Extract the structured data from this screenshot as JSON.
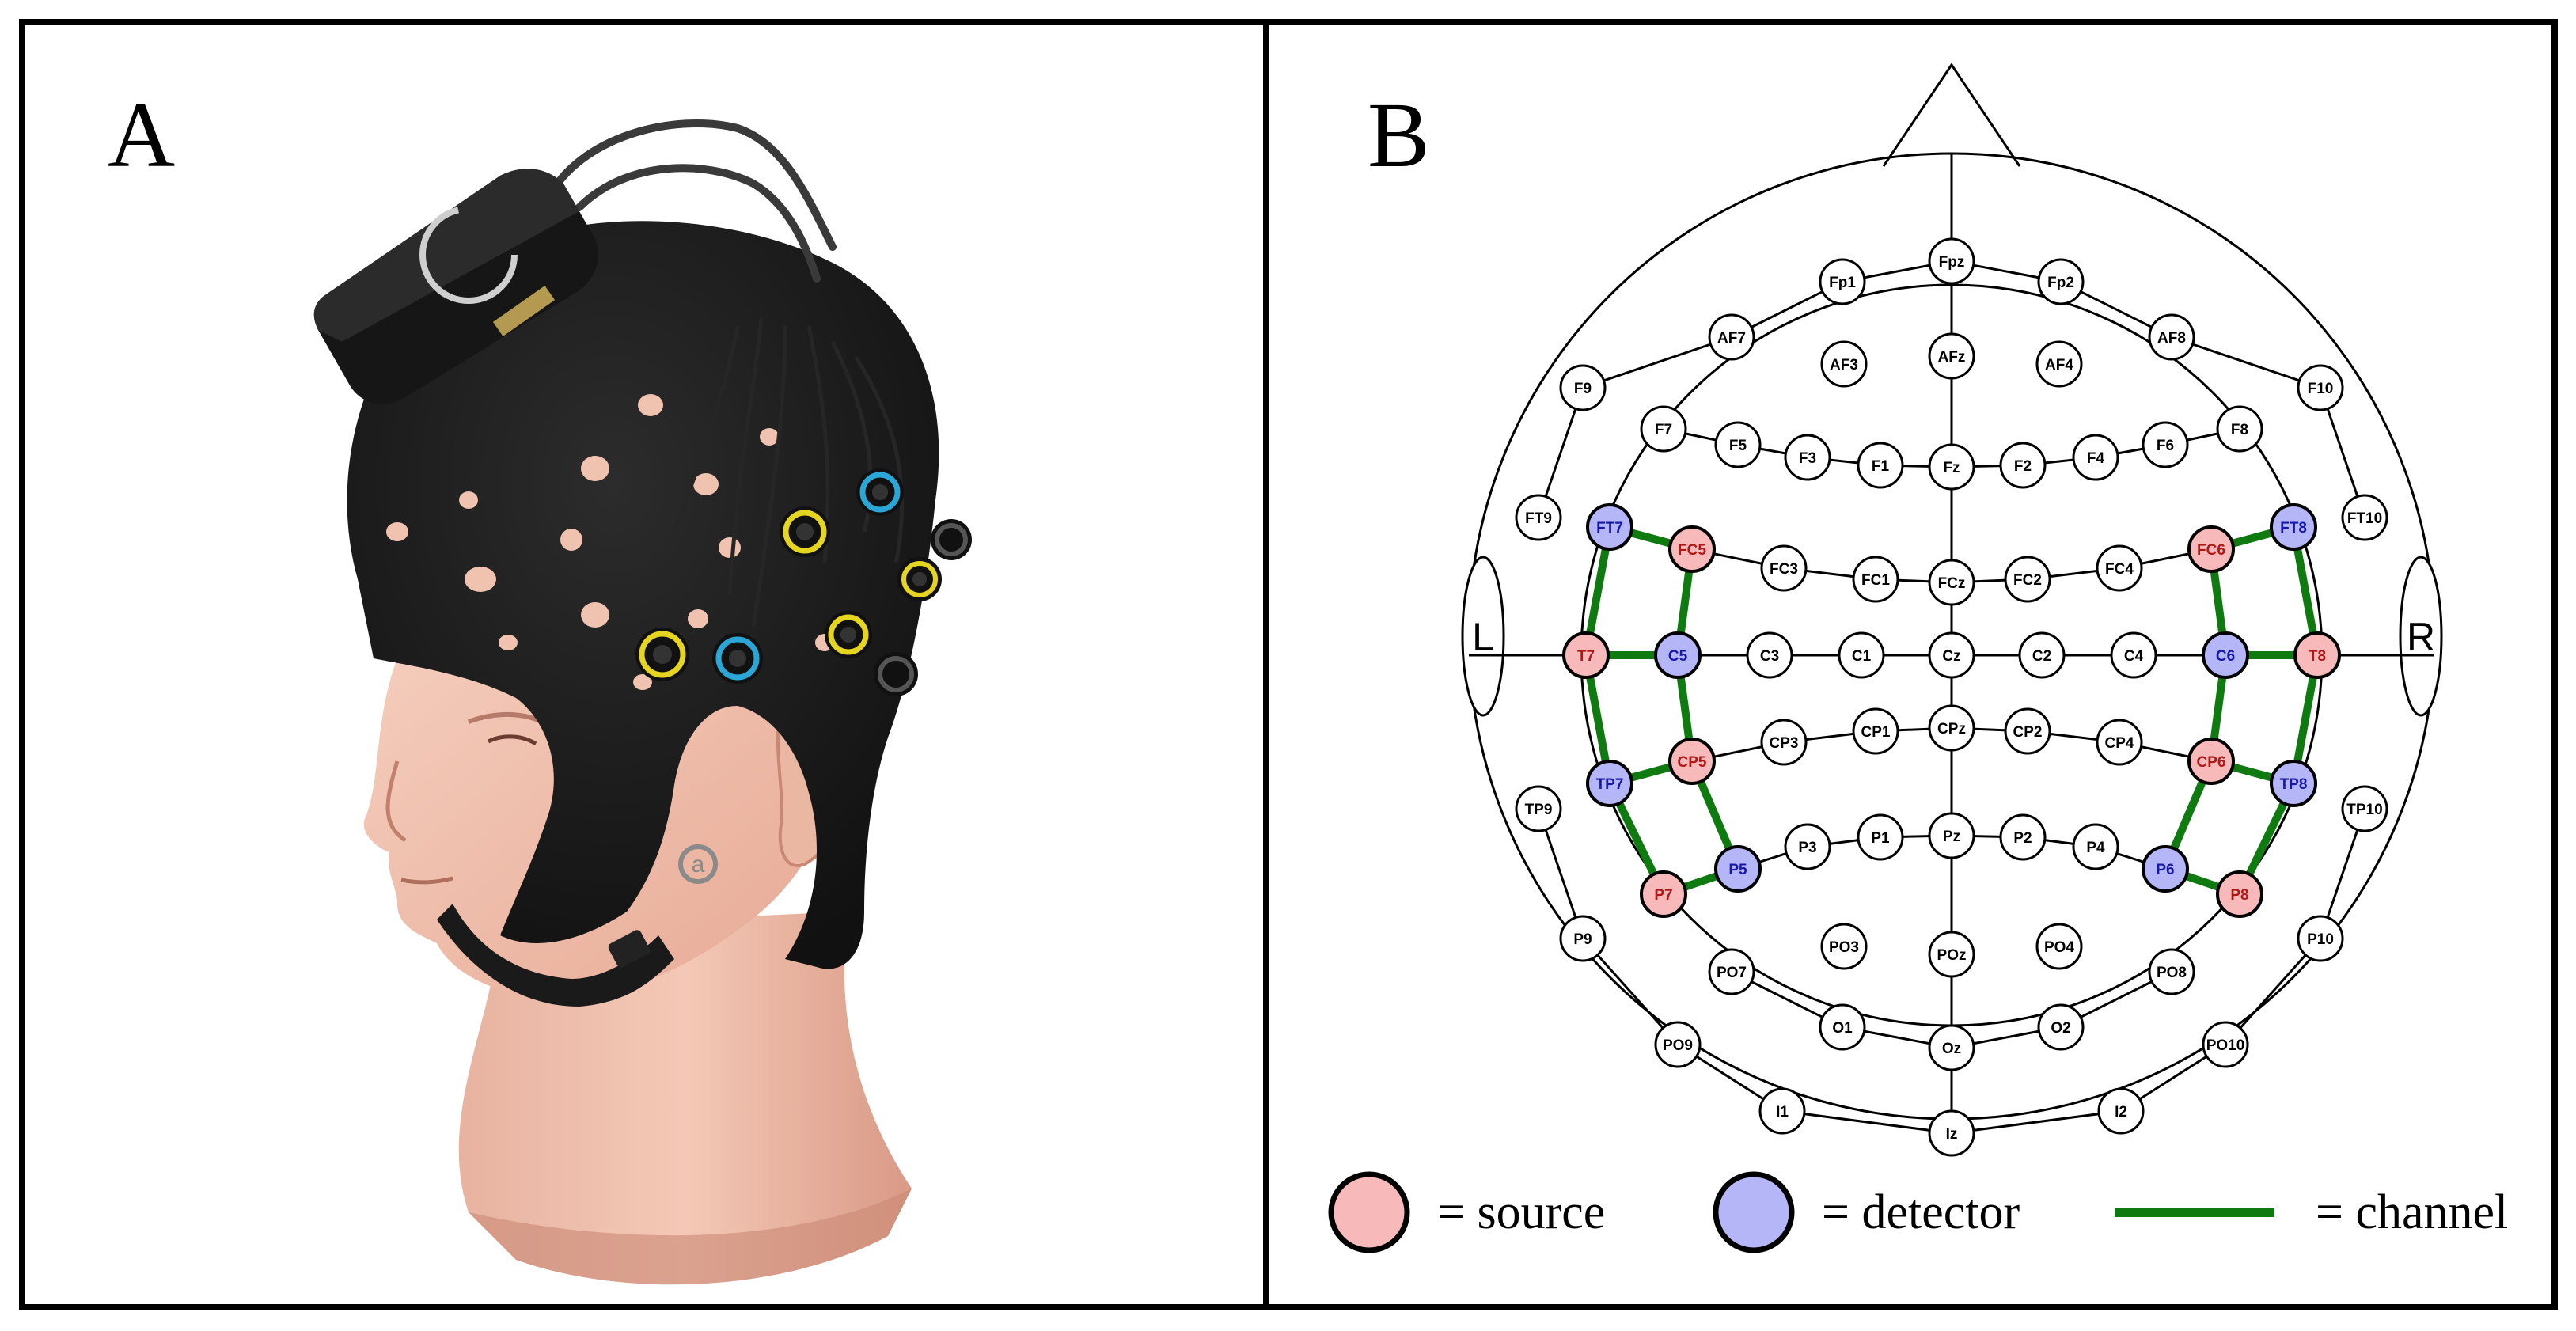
{
  "panels": {
    "a": {
      "letter": "A"
    },
    "b": {
      "letter": "B"
    }
  },
  "head": {
    "left_label": "L",
    "right_label": "R"
  },
  "legend": {
    "source_label": "= source",
    "detector_label": "= detector",
    "channel_label": "= channel"
  },
  "cap": {
    "side_letter": "a"
  },
  "colors": {
    "source": "#f7b9b9",
    "detector": "#b4b6f7",
    "channel": "#0f7a10",
    "source_text": "#b01818",
    "detector_text": "#1818a8",
    "cap": "#1c1c1c",
    "skin": "#f0c2b0"
  },
  "electrodes": [
    {
      "label": "Fpz",
      "type": "normal"
    },
    {
      "label": "Fp1",
      "type": "normal"
    },
    {
      "label": "Fp2",
      "type": "normal"
    },
    {
      "label": "AF7",
      "type": "normal"
    },
    {
      "label": "AF3",
      "type": "normal"
    },
    {
      "label": "AFz",
      "type": "normal"
    },
    {
      "label": "AF4",
      "type": "normal"
    },
    {
      "label": "AF8",
      "type": "normal"
    },
    {
      "label": "F9",
      "type": "normal"
    },
    {
      "label": "F10",
      "type": "normal"
    },
    {
      "label": "F7",
      "type": "normal"
    },
    {
      "label": "F5",
      "type": "normal"
    },
    {
      "label": "F3",
      "type": "normal"
    },
    {
      "label": "F1",
      "type": "normal"
    },
    {
      "label": "Fz",
      "type": "normal"
    },
    {
      "label": "F2",
      "type": "normal"
    },
    {
      "label": "F4",
      "type": "normal"
    },
    {
      "label": "F6",
      "type": "normal"
    },
    {
      "label": "F8",
      "type": "normal"
    },
    {
      "label": "FT9",
      "type": "normal"
    },
    {
      "label": "FT7",
      "type": "detector"
    },
    {
      "label": "FC5",
      "type": "source"
    },
    {
      "label": "FC3",
      "type": "normal"
    },
    {
      "label": "FC1",
      "type": "normal"
    },
    {
      "label": "FCz",
      "type": "normal"
    },
    {
      "label": "FC2",
      "type": "normal"
    },
    {
      "label": "FC4",
      "type": "normal"
    },
    {
      "label": "FC6",
      "type": "source"
    },
    {
      "label": "FT8",
      "type": "detector"
    },
    {
      "label": "FT10",
      "type": "normal"
    },
    {
      "label": "T7",
      "type": "source"
    },
    {
      "label": "C5",
      "type": "detector"
    },
    {
      "label": "C3",
      "type": "normal"
    },
    {
      "label": "C1",
      "type": "normal"
    },
    {
      "label": "Cz",
      "type": "normal"
    },
    {
      "label": "C2",
      "type": "normal"
    },
    {
      "label": "C4",
      "type": "normal"
    },
    {
      "label": "C6",
      "type": "detector"
    },
    {
      "label": "T8",
      "type": "source"
    },
    {
      "label": "TP7",
      "type": "detector"
    },
    {
      "label": "CP5",
      "type": "source"
    },
    {
      "label": "CP3",
      "type": "normal"
    },
    {
      "label": "CP1",
      "type": "normal"
    },
    {
      "label": "CPz",
      "type": "normal"
    },
    {
      "label": "CP2",
      "type": "normal"
    },
    {
      "label": "CP4",
      "type": "normal"
    },
    {
      "label": "CP6",
      "type": "source"
    },
    {
      "label": "TP8",
      "type": "detector"
    },
    {
      "label": "TP9",
      "type": "normal"
    },
    {
      "label": "TP10",
      "type": "normal"
    },
    {
      "label": "P3",
      "type": "normal"
    },
    {
      "label": "P1",
      "type": "normal"
    },
    {
      "label": "Pz",
      "type": "normal"
    },
    {
      "label": "P2",
      "type": "normal"
    },
    {
      "label": "P4",
      "type": "normal"
    },
    {
      "label": "P5",
      "type": "detector"
    },
    {
      "label": "P6",
      "type": "detector"
    },
    {
      "label": "P7",
      "type": "source"
    },
    {
      "label": "P8",
      "type": "source"
    },
    {
      "label": "P9",
      "type": "normal"
    },
    {
      "label": "P10",
      "type": "normal"
    },
    {
      "label": "PO3",
      "type": "normal"
    },
    {
      "label": "POz",
      "type": "normal"
    },
    {
      "label": "PO4",
      "type": "normal"
    },
    {
      "label": "PO7",
      "type": "normal"
    },
    {
      "label": "PO8",
      "type": "normal"
    },
    {
      "label": "O1",
      "type": "normal"
    },
    {
      "label": "Oz",
      "type": "normal"
    },
    {
      "label": "O2",
      "type": "normal"
    },
    {
      "label": "PO9",
      "type": "normal"
    },
    {
      "label": "PO10",
      "type": "normal"
    },
    {
      "label": "I1",
      "type": "normal"
    },
    {
      "label": "Iz",
      "type": "normal"
    },
    {
      "label": "I2",
      "type": "normal"
    }
  ],
  "channels": [
    [
      "FT7",
      "FC5"
    ],
    [
      "FT7",
      "T7"
    ],
    [
      "FC5",
      "C5"
    ],
    [
      "T7",
      "C5"
    ],
    [
      "T7",
      "TP7"
    ],
    [
      "C5",
      "CP5"
    ],
    [
      "TP7",
      "CP5"
    ],
    [
      "TP7",
      "P7"
    ],
    [
      "CP5",
      "P5"
    ],
    [
      "P7",
      "P5"
    ],
    [
      "FC6",
      "FT8"
    ],
    [
      "FC6",
      "C6"
    ],
    [
      "FT8",
      "T8"
    ],
    [
      "C6",
      "T8"
    ],
    [
      "C6",
      "CP6"
    ],
    [
      "T8",
      "TP8"
    ],
    [
      "CP6",
      "TP8"
    ],
    [
      "CP6",
      "P6"
    ],
    [
      "TP8",
      "P8"
    ],
    [
      "P6",
      "P8"
    ]
  ]
}
